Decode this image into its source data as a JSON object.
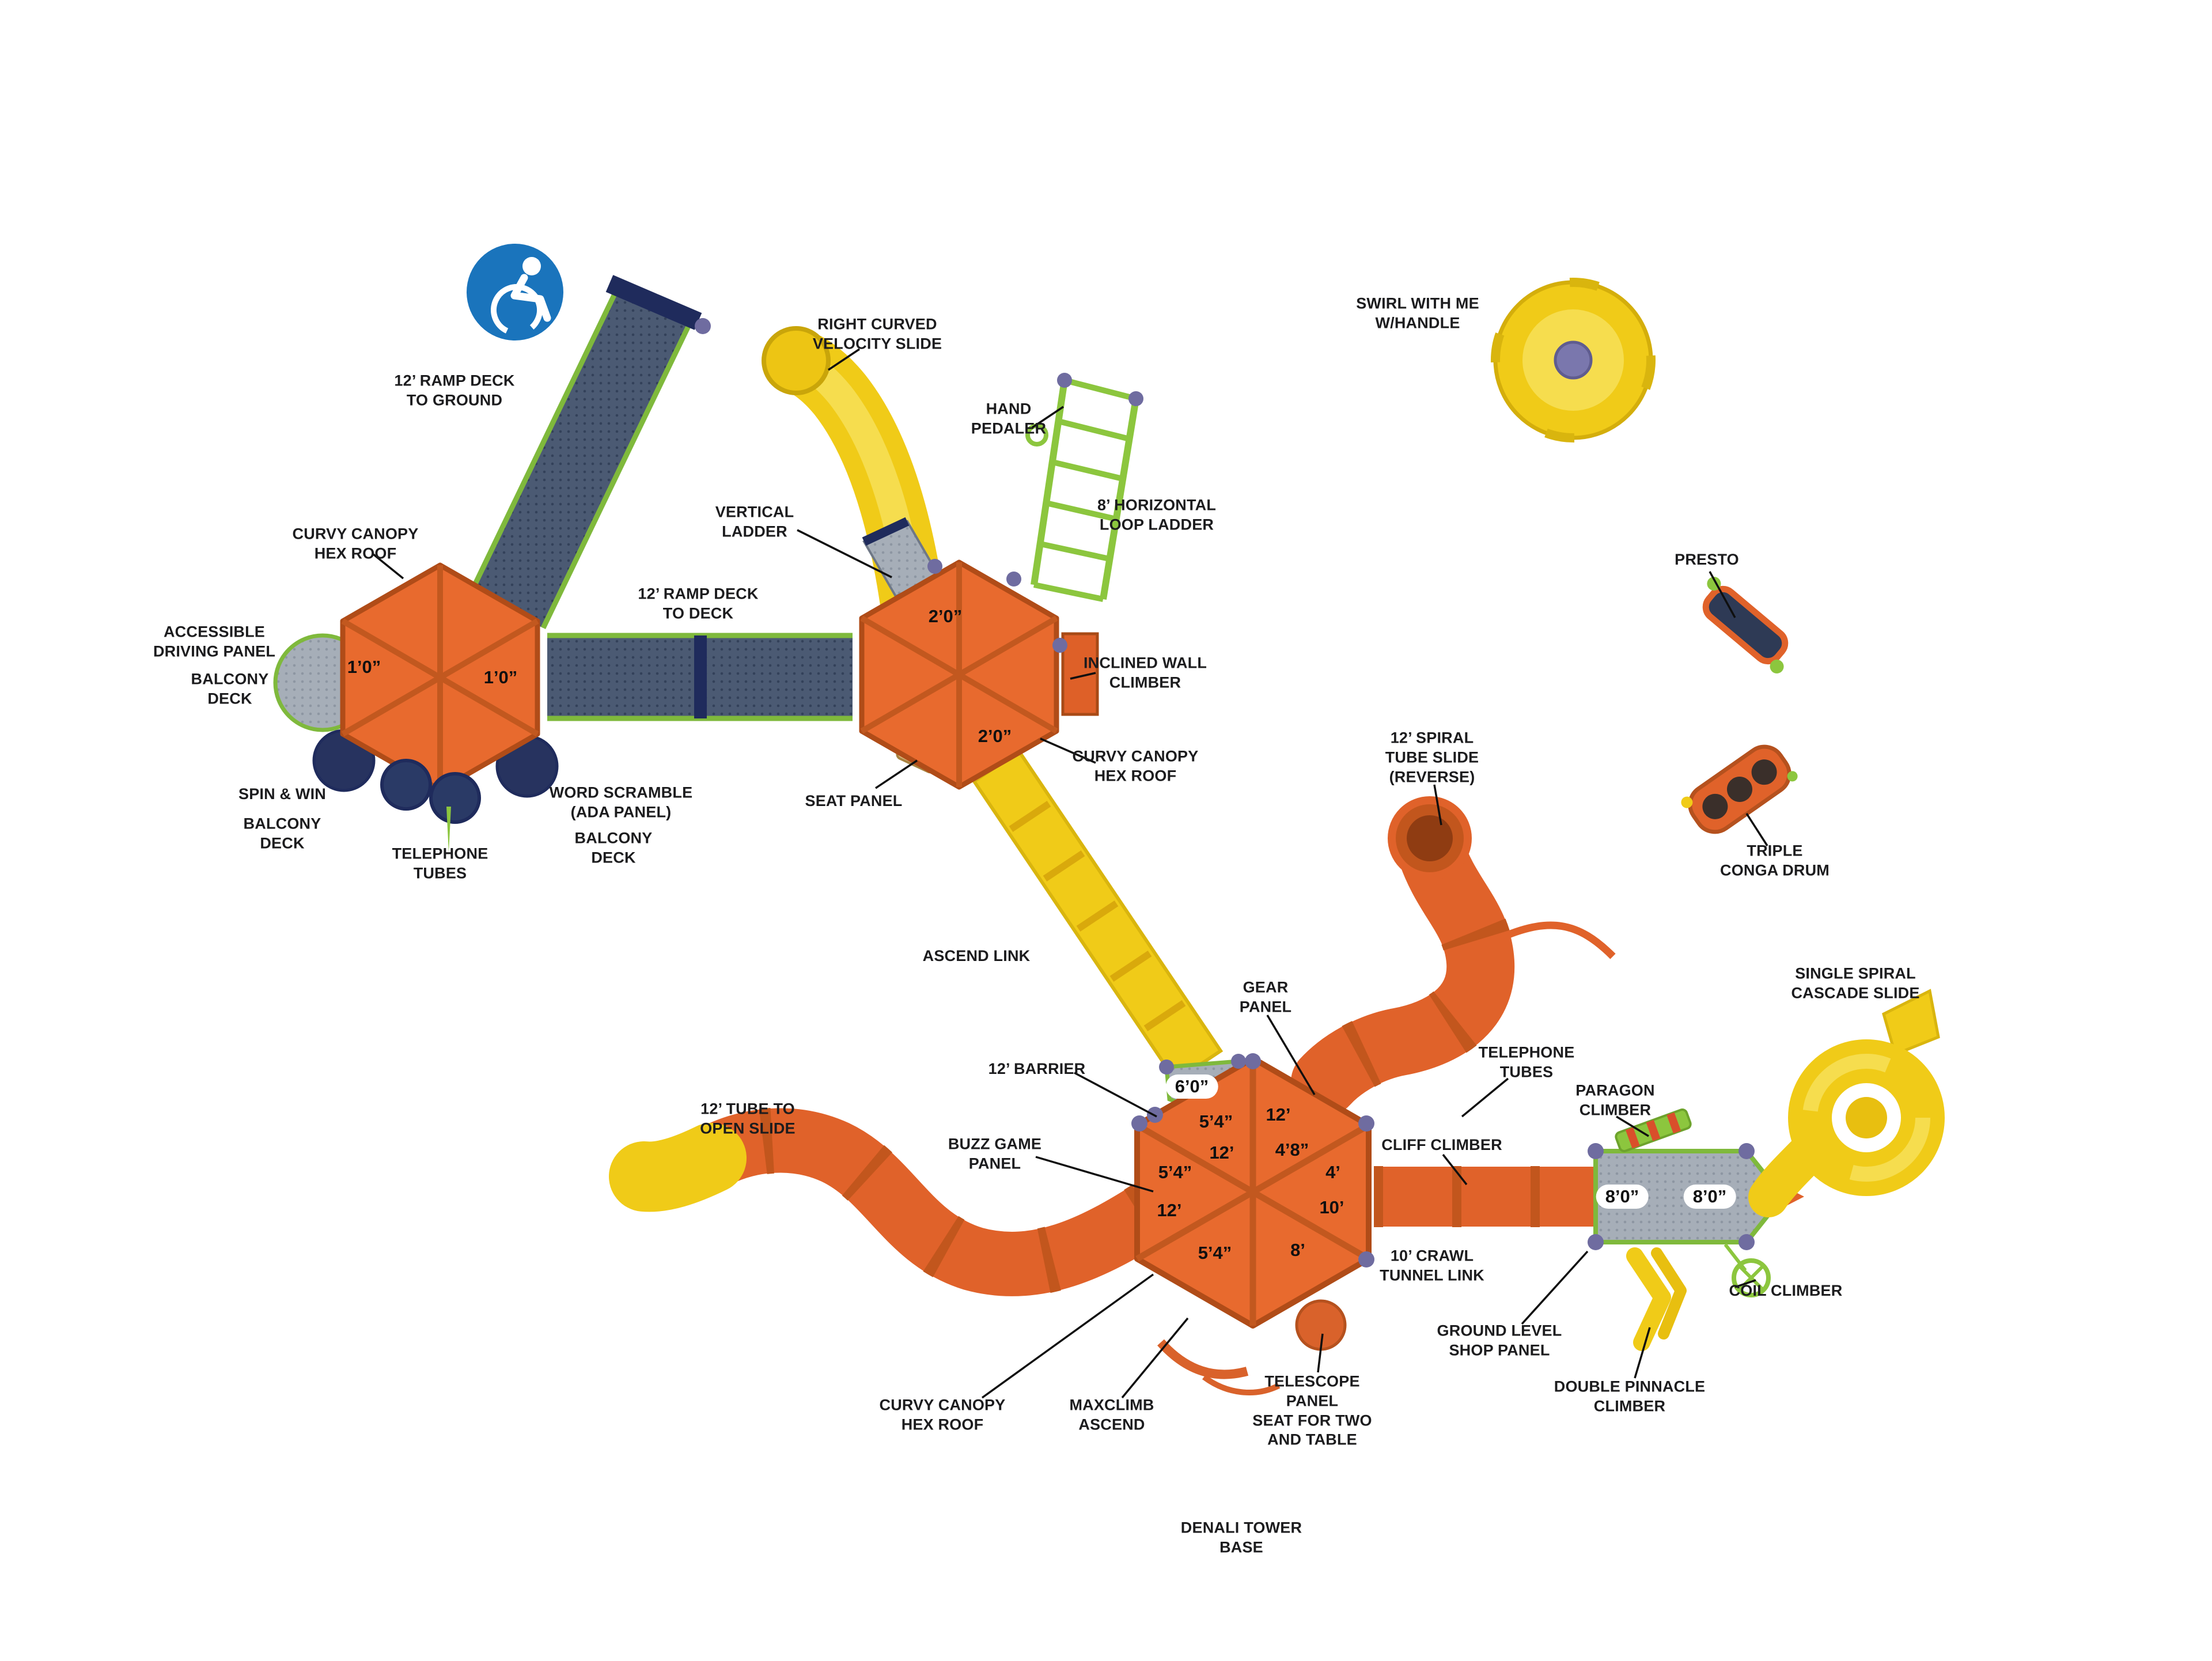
{
  "diagram": {
    "type": "playground-equipment-top-view-plan",
    "background": "#ffffff"
  },
  "colors": {
    "roof_orange": "#e86a2e",
    "roof_edge": "#b04c18",
    "tube_orange": "#e0622a",
    "tube_band": "#c2561d",
    "slide_yellow": "#f0cb18",
    "slide_highlight": "#f6dd4e",
    "ramp_navy": "#4b5a73",
    "rail_navy": "#1f2b5c",
    "deck_gray": "#a6aeb8",
    "edge_green": "#7fb93c",
    "climber_green": "#8cc63e",
    "post_purple": "#6f6ca0",
    "ada_blue": "#1a74bc",
    "label_text": "#1c1c1e"
  },
  "icons": {
    "accessibility": "wheelchair-accessibility-icon"
  },
  "labels": [
    {
      "id": "ramp-deck-to-ground",
      "text": "12’ RAMP DECK\nTO GROUND"
    },
    {
      "id": "curvy-canopy-hex-roof-1",
      "text": "CURVY CANOPY\nHEX ROOF"
    },
    {
      "id": "accessible-driving-panel",
      "text": "ACCESSIBLE\nDRIVING PANEL"
    },
    {
      "id": "balcony-deck-1",
      "text": "BALCONY\nDECK"
    },
    {
      "id": "spin-and-win",
      "text": "SPIN & WIN"
    },
    {
      "id": "balcony-deck-2",
      "text": "BALCONY\nDECK"
    },
    {
      "id": "telephone-tubes-1",
      "text": "TELEPHONE\nTUBES"
    },
    {
      "id": "word-scramble-ada-panel",
      "text": "WORD SCRAMBLE\n(ADA PANEL)"
    },
    {
      "id": "balcony-deck-3",
      "text": "BALCONY\nDECK"
    },
    {
      "id": "ramp-deck-to-deck",
      "text": "12’ RAMP DECK\nTO DECK"
    },
    {
      "id": "vertical-ladder",
      "text": "VERTICAL\nLADDER"
    },
    {
      "id": "right-curved-velocity-slide",
      "text": "RIGHT CURVED\nVELOCITY SLIDE"
    },
    {
      "id": "hand-pedaler",
      "text": "HAND\nPEDALER"
    },
    {
      "id": "horizontal-loop-ladder",
      "text": "8’ HORIZONTAL\nLOOP LADDER"
    },
    {
      "id": "inclined-wall-climber",
      "text": "INCLINED WALL\nCLIMBER"
    },
    {
      "id": "curvy-canopy-hex-roof-2",
      "text": "CURVY CANOPY\nHEX ROOF"
    },
    {
      "id": "seat-panel",
      "text": "SEAT PANEL"
    },
    {
      "id": "ascend-link",
      "text": "ASCEND LINK"
    },
    {
      "id": "gear-panel",
      "text": "GEAR\nPANEL"
    },
    {
      "id": "spiral-tube-slide-reverse",
      "text": "12’ SPIRAL\nTUBE SLIDE\n(REVERSE)"
    },
    {
      "id": "swirl-with-me",
      "text": "SWIRL WITH ME\nW/HANDLE"
    },
    {
      "id": "presto",
      "text": "PRESTO"
    },
    {
      "id": "triple-conga-drum",
      "text": "TRIPLE\nCONGA DRUM"
    },
    {
      "id": "single-spiral-cascade-slide",
      "text": "SINGLE SPIRAL\nCASCADE SLIDE"
    },
    {
      "id": "barrier-12ft",
      "text": "12’ BARRIER"
    },
    {
      "id": "telephone-tubes-2",
      "text": "TELEPHONE\nTUBES"
    },
    {
      "id": "paragon-climber",
      "text": "PARAGON\nCLIMBER"
    },
    {
      "id": "buzz-game-panel",
      "text": "BUZZ GAME\nPANEL"
    },
    {
      "id": "cliff-climber",
      "text": "CLIFF CLIMBER"
    },
    {
      "id": "tube-to-open-slide",
      "text": "12’ TUBE TO\nOPEN SLIDE"
    },
    {
      "id": "crawl-tunnel-link",
      "text": "10’ CRAWL\nTUNNEL LINK"
    },
    {
      "id": "coil-climber",
      "text": "COIL CLIMBER"
    },
    {
      "id": "ground-level-shop-panel",
      "text": "GROUND LEVEL\nSHOP PANEL"
    },
    {
      "id": "double-pinnacle-climber",
      "text": "DOUBLE PINNACLE\nCLIMBER"
    },
    {
      "id": "telescope-panel-seat",
      "text": "TELESCOPE\nPANEL\nSEAT FOR TWO\nAND TABLE"
    },
    {
      "id": "maxclimb-ascend",
      "text": "MAXCLIMB\nASCEND"
    },
    {
      "id": "curvy-canopy-hex-roof-3",
      "text": "CURVY CANOPY\nHEX ROOF"
    },
    {
      "id": "denali-tower-base",
      "text": "DENALI TOWER\nBASE"
    }
  ],
  "measurements": [
    {
      "id": "deck1-height-a",
      "text": "1’0”"
    },
    {
      "id": "deck1-height-b",
      "text": "1’0”"
    },
    {
      "id": "deck2-height-a",
      "text": "2’0”"
    },
    {
      "id": "deck2-height-b",
      "text": "2’0”"
    },
    {
      "id": "deck3-height-6ft",
      "text": "6’0”"
    },
    {
      "id": "deck3-dim-1",
      "text": "5’4”"
    },
    {
      "id": "deck3-dim-2",
      "text": "12’"
    },
    {
      "id": "deck3-dim-3",
      "text": "12’"
    },
    {
      "id": "deck3-dim-4",
      "text": "4’8”"
    },
    {
      "id": "deck3-dim-5",
      "text": "5’4”"
    },
    {
      "id": "deck3-dim-6",
      "text": "4’"
    },
    {
      "id": "deck3-dim-7",
      "text": "12’"
    },
    {
      "id": "deck3-dim-8",
      "text": "10’"
    },
    {
      "id": "deck3-dim-9",
      "text": "5’4”"
    },
    {
      "id": "deck3-dim-10",
      "text": "8’"
    },
    {
      "id": "right-deck-height-a",
      "text": "8’0”"
    },
    {
      "id": "right-deck-height-b",
      "text": "8’0”"
    }
  ]
}
